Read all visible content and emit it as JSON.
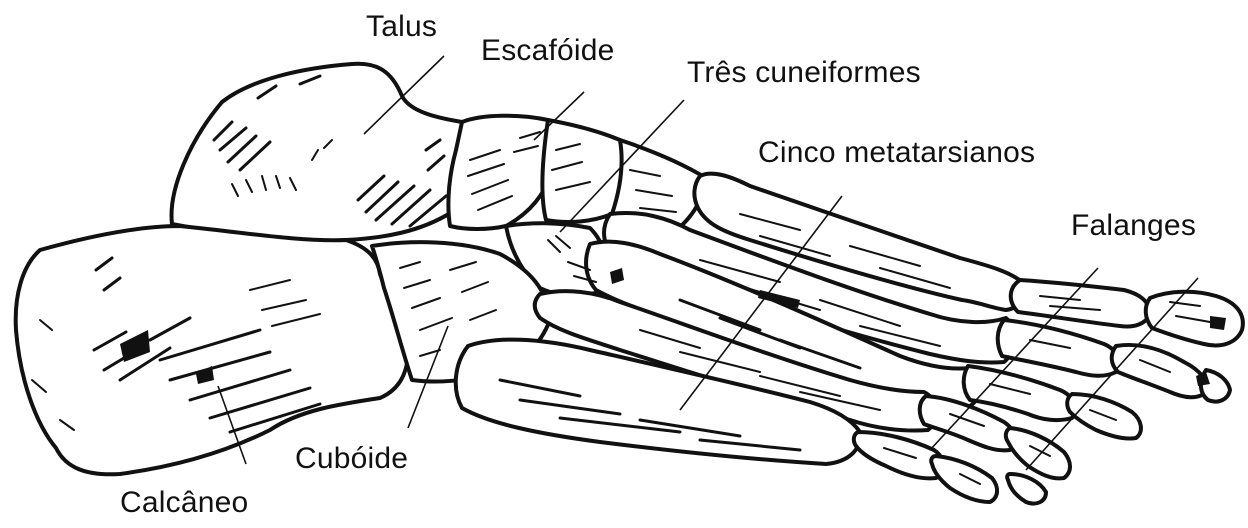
{
  "figure": {
    "labels": {
      "talus": "Talus",
      "escafoide": "Escafóide",
      "cuneiformes": "Três cuneiformes",
      "metatarsianos": "Cinco metatarsianos",
      "falanges": "Falanges",
      "cuboide": "Cubóide",
      "calcaneo": "Calcâneo"
    }
  }
}
